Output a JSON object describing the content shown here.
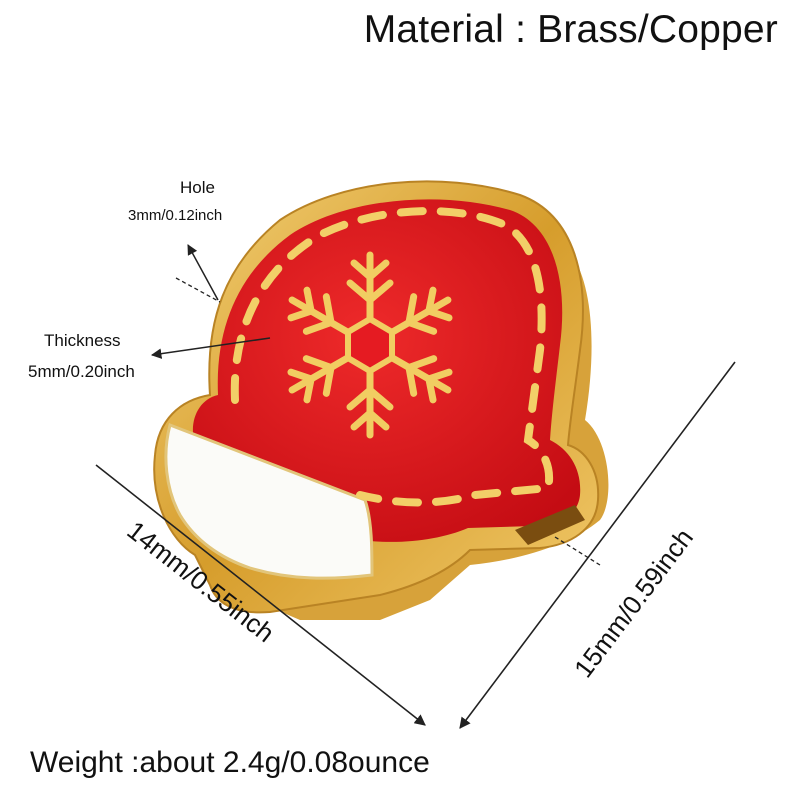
{
  "material": "Material : Brass/Copper",
  "hole": {
    "title": "Hole",
    "size": "3mm/0.12inch"
  },
  "thickness": {
    "title": "Thickness",
    "size": "5mm/0.20inch"
  },
  "width_label": "14mm/0.55inch",
  "height_label": "15mm/0.59inch",
  "weight": "Weight :about 2.4g/0.08ounce",
  "colors": {
    "enamel_red": "#e0141b",
    "gold": "#e6b547",
    "cuff_white": "#fbfbf8"
  }
}
